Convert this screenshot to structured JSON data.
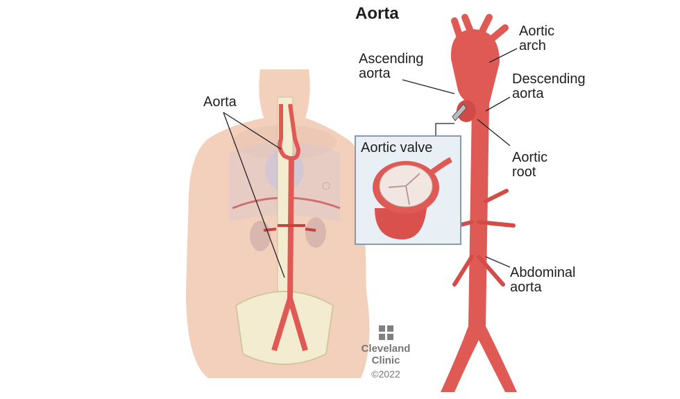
{
  "title": "Aorta",
  "labels": {
    "aorta_body": "Aorta",
    "ascending_1": "Ascending",
    "ascending_2": "aorta",
    "arch_1": "Aortic",
    "arch_2": "arch",
    "descending_1": "Descending",
    "descending_2": "aorta",
    "root_1": "Aortic",
    "root_2": "root",
    "abdominal_1": "Abdominal",
    "abdominal_2": "aorta",
    "valve": "Aortic valve"
  },
  "logo": {
    "line1": "Cleveland",
    "line2": "Clinic",
    "copyright": "©2022"
  },
  "colors": {
    "artery": "#e05a55",
    "artery_dark": "#b8403c",
    "skin": "#f3d0bc",
    "inset_bg": "#e9f0f5",
    "bone": "#f4ecd0"
  }
}
